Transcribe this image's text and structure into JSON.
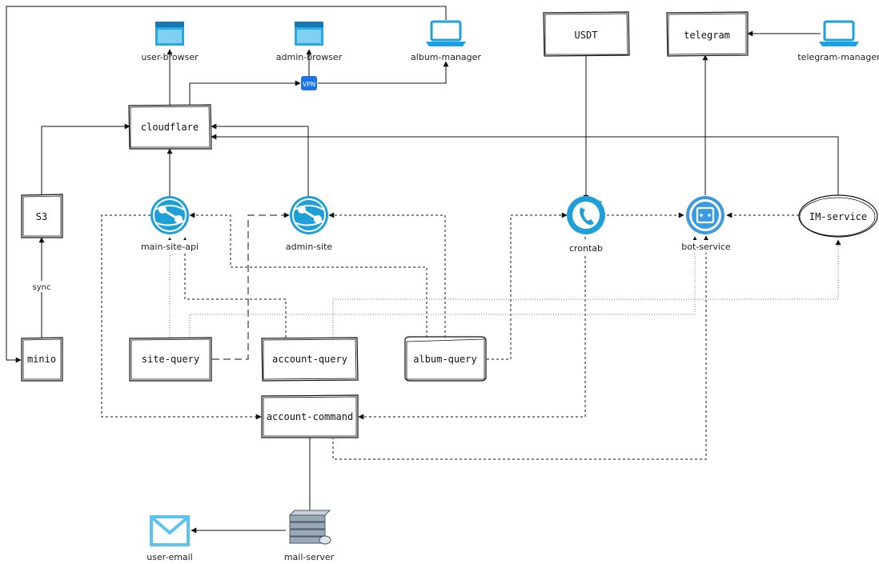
{
  "nodes": {
    "user_browser": "user-browser",
    "admin_browser": "admin-browser",
    "album_manager": "album-manager",
    "usdt": "USDT",
    "telegram": "telegram",
    "telegram_manager": "telegram-manager",
    "cloudflare": "cloudflare",
    "s3": "S3",
    "main_site_api": "main-site-api",
    "admin_site": "admin-site",
    "crontab": "crontab",
    "bot_service": "bot-service",
    "im_service": "IM-service",
    "minio": "minio",
    "site_query": "site-query",
    "account_query": "account-query",
    "album_query": "album-query",
    "account_command": "account-command",
    "mail_server": "mail-server",
    "user_email": "user-email"
  },
  "edge_labels": {
    "sync": "sync",
    "vpn": "VPN"
  },
  "colors": {
    "browser_icon": "#29a8e0",
    "laptop_icon": "#1ba1e2",
    "azure_icon": "#1f9fd8",
    "vpn_badge": "#1a73e8",
    "line": "#111111",
    "dotted_line": "#777777"
  }
}
